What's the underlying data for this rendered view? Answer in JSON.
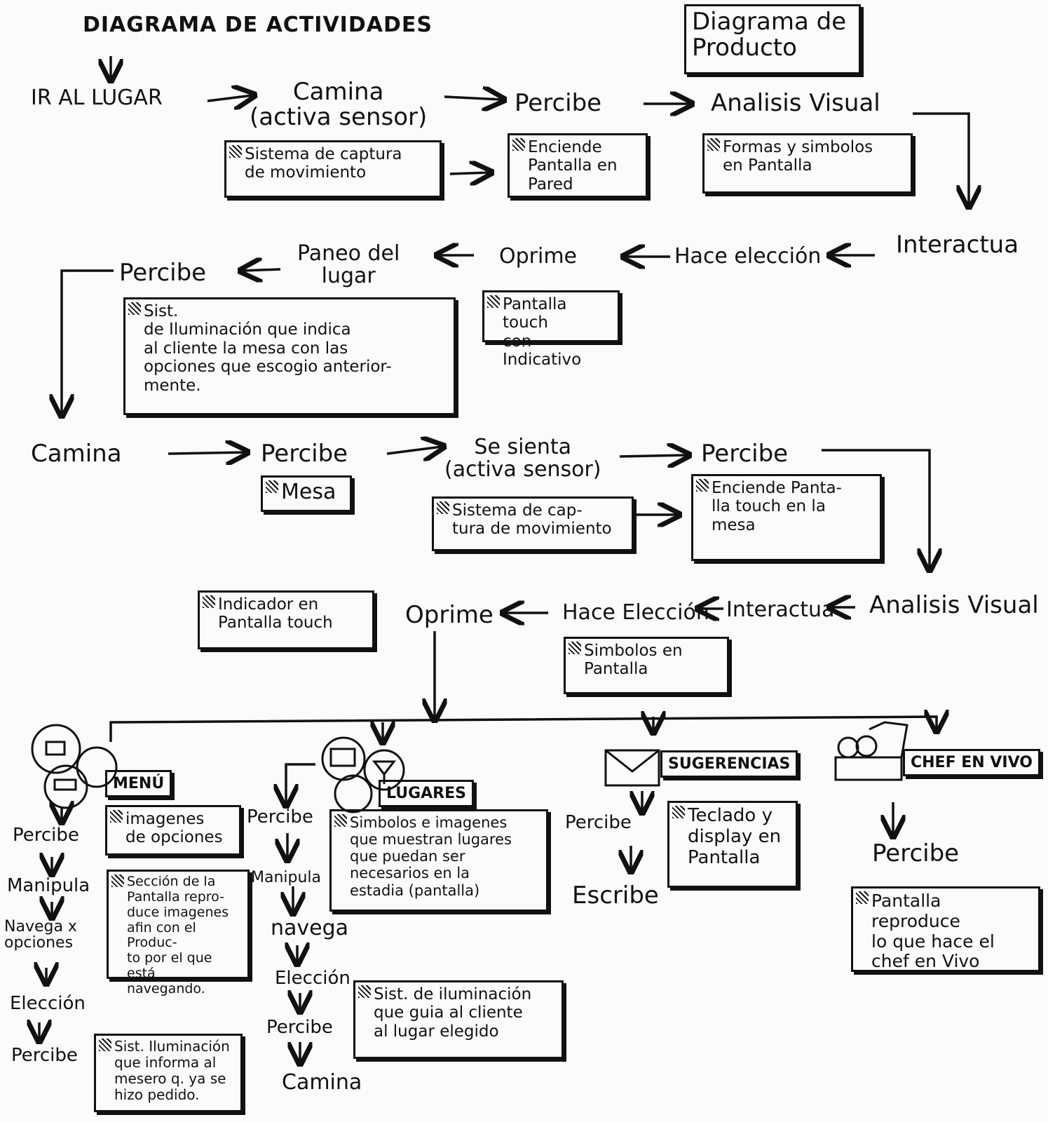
{
  "title": "DIAGRAMA DE ACTIVIDADES",
  "legend_box": "Diagrama de\nProducto",
  "row1": {
    "start": "IR AL LUGAR",
    "camina": "Camina\n(activa sensor)",
    "percibe": "Percibe",
    "analisis": "Analisis Visual",
    "box_captura": "Sistema de captura\nde movimiento",
    "box_enciende": "Enciende\nPantalla en\nPared",
    "box_formas": "Formas y simbolos\nen Pantalla"
  },
  "row2": {
    "interactua": "Interactua",
    "hace_eleccion": "Hace elección",
    "oprime": "Oprime",
    "paneo": "Paneo del\nlugar",
    "percibe": "Percibe",
    "box_touch": "Pantalla touch\ncon Indicativo",
    "box_iluminacion": "Sist.\nde Iluminación que indica\nal cliente la mesa con las\nopciones que escogio anterior-\nmente."
  },
  "row3": {
    "camina": "Camina",
    "percibe": "Percibe",
    "se_sienta": "Se sienta\n(activa sensor)",
    "percibe2": "Percibe",
    "box_mesa": "Mesa",
    "box_captura": "Sistema de cap-\ntura de movimiento",
    "box_enciende": "Enciende Panta-\nlla touch en la\nmesa"
  },
  "row4": {
    "analisis": "Analisis Visual",
    "interactua": "Interactua",
    "hace_eleccion": "Hace Elección",
    "oprime": "Oprime",
    "box_indicador": "Indicador en\nPantalla touch",
    "box_simbolos": "Simbolos en\nPantalla"
  },
  "branches": {
    "menu": {
      "label": "MENÚ",
      "box_imagenes": "imagenes\nde opciones",
      "steps": [
        "Percibe",
        "Manipula",
        "Navega x\nopciones",
        "Elección",
        "Percibe"
      ],
      "box_seccion": "Sección de la\nPantalla repro-\nduce imagenes\nafin con el Produc-\nto por el que está\nnavegando.",
      "box_iluminacion": "Sist. Iluminación\nque informa al\nmesero q. ya se\nhizo pedido."
    },
    "lugares": {
      "label": "LUGARES",
      "box_simbolos": "Simbolos e imagenes\nque muestran lugares\nque puedan ser\nnecesarios en la\nestadia (pantalla)",
      "steps": [
        "Percibe",
        "Manipula",
        "navega",
        "Elección",
        "Percibe",
        "Camina"
      ],
      "box_iluminacion": "Sist. de iluminación\nque guia al cliente\nal lugar elegido"
    },
    "sugerencias": {
      "label": "SUGERENCIAS",
      "steps": [
        "Percibe",
        "Escribe"
      ],
      "box_teclado": "Teclado y\ndisplay en\nPantalla"
    },
    "chef": {
      "label": "CHEF EN VIVO",
      "steps": [
        "Percibe"
      ],
      "box_pantalla": "Pantalla reproduce\nlo que hace el\nchef en Vivo"
    }
  }
}
